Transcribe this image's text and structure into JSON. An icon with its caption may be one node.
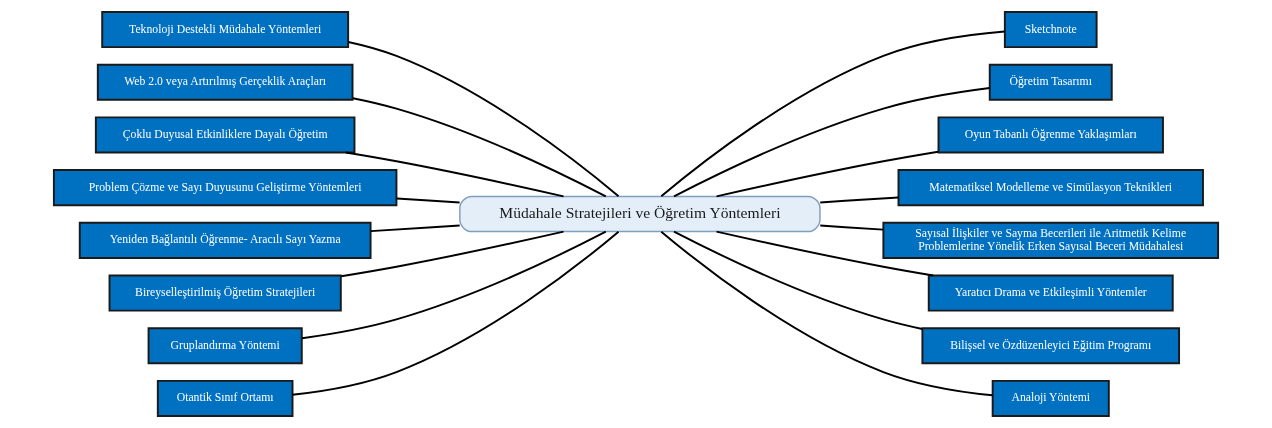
{
  "diagram": {
    "nodes": [
      {
        "text": [
          "Müdahale Stratejileri ve Öğretim Yöntemleri"
        ]
      },
      {
        "text": [
          "Teknoloji Destekli Müdahale Yöntemleri"
        ]
      },
      {
        "text": [
          "Web 2.0 veya Artırılmış Gerçeklik Araçları"
        ]
      },
      {
        "text": [
          "Çoklu Duyusal Etkinliklere Dayalı Öğretim"
        ]
      },
      {
        "text": [
          "Problem Çözme ve Sayı Duyusunu Geliştirme Yöntemleri"
        ]
      },
      {
        "text": [
          "Yeniden Bağlantılı Öğrenme- Aracılı Sayı Yazma"
        ]
      },
      {
        "text": [
          "Bireyselleştirilmiş Öğretim Stratejileri"
        ]
      },
      {
        "text": [
          "Gruplandırma Yöntemi"
        ]
      },
      {
        "text": [
          "Otantik Sınıf Ortamı"
        ]
      },
      {
        "text": [
          "Sketchnote"
        ]
      },
      {
        "text": [
          "Öğretim Tasarımı"
        ]
      },
      {
        "text": [
          "Oyun Tabanlı Öğrenme Yaklaşımları"
        ]
      },
      {
        "text": [
          "Matematiksel Modelleme ve Simülasyon Teknikleri"
        ]
      },
      {
        "text": [
          "Sayısal İlişkiler ve Sayma Becerileri ile Aritmetik Kelime Problemlerine Yönelik Erken Sayısal Beceri Müdahalesi"
        ]
      },
      {
        "text": [
          "Yaratıcı Drama ve Etkileşimli Yöntemler"
        ]
      },
      {
        "text": [
          "Bilişsel ve Özdüzenleyici Eğitim Programı"
        ]
      },
      {
        "text": [
          "Analoji Yöntemi"
        ]
      }
    ],
    "edges": [
      {
        "from": 1,
        "to": 0,
        "arrow": "none"
      },
      {
        "from": 2,
        "to": 0,
        "arrow": "none"
      },
      {
        "from": 3,
        "to": 0,
        "arrow": "none"
      },
      {
        "from": 4,
        "to": 0,
        "arrow": "none"
      },
      {
        "from": 5,
        "to": 0,
        "arrow": "none"
      },
      {
        "from": 6,
        "to": 0,
        "arrow": "none"
      },
      {
        "from": 7,
        "to": 0,
        "arrow": "none"
      },
      {
        "from": 8,
        "to": 0,
        "arrow": "none"
      },
      {
        "from": 0,
        "to": 9,
        "arrow": "none"
      },
      {
        "from": 0,
        "to": 10,
        "arrow": "none"
      },
      {
        "from": 0,
        "to": 11,
        "arrow": "none"
      },
      {
        "from": 0,
        "to": 12,
        "arrow": "none"
      },
      {
        "from": 0,
        "to": 13,
        "arrow": "none"
      },
      {
        "from": 0,
        "to": 14,
        "arrow": "none"
      },
      {
        "from": 0,
        "to": 15,
        "arrow": "none"
      },
      {
        "from": 0,
        "to": 16,
        "arrow": "none"
      }
    ]
  }
}
